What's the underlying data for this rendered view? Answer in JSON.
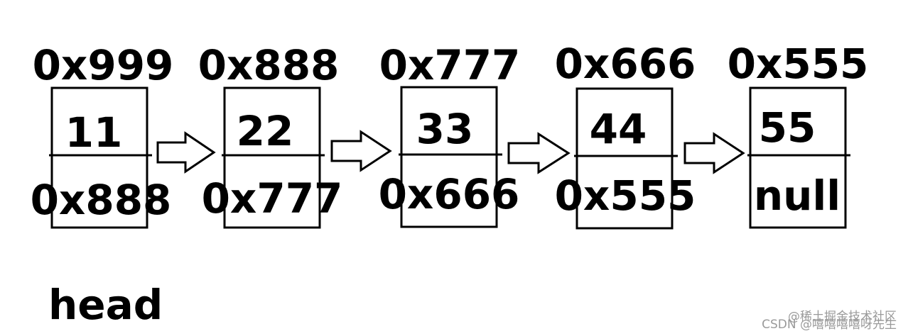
{
  "nodes": [
    {
      "address": "0x999",
      "value": "11",
      "next": "0x888"
    },
    {
      "address": "0x888",
      "value": "22",
      "next": "0x777"
    },
    {
      "address": "0x777",
      "value": "33",
      "next": "0x666"
    },
    {
      "address": "0x666",
      "value": "44",
      "next": "0x555"
    },
    {
      "address": "0x555",
      "value": "55",
      "next": "null"
    }
  ],
  "head_label": "head",
  "watermark": {
    "line1": "@稀土掘金技术社区",
    "line2": "CSDN @嘻嘻嘻嘻呀先生"
  },
  "colors": {
    "ink": "#000000",
    "background": "#ffffff",
    "watermark": "#9a9a9a"
  }
}
